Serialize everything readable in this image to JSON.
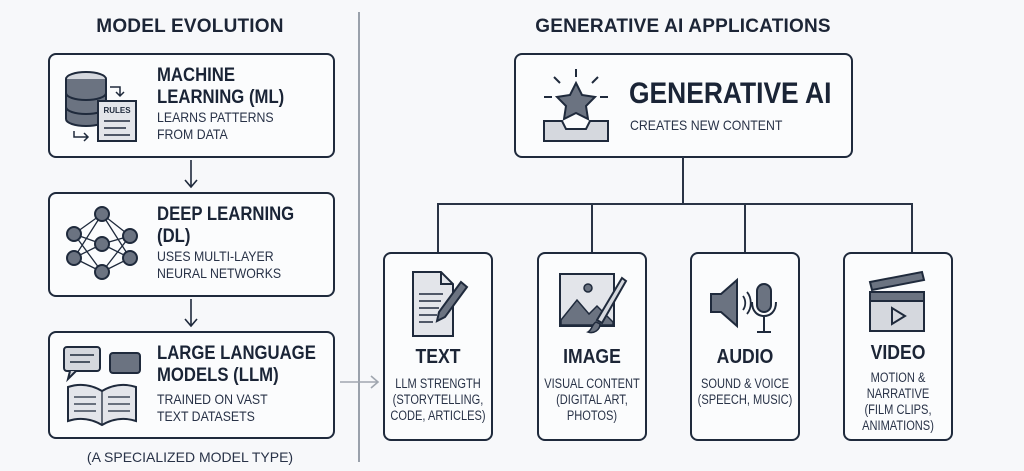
{
  "left": {
    "title": "MODEL EVOLUTION",
    "footnote": "(A SPECIALIZED MODEL TYPE)",
    "boxes": [
      {
        "title1": "MACHINE",
        "title2": "LEARNING (ML)",
        "desc1": "LEARNS PATTERNS",
        "desc2": "FROM DATA",
        "icon_label": "RULES"
      },
      {
        "title1": "DEEP LEARNING",
        "title2": "(DL)",
        "desc1": "USES MULTI-LAYER",
        "desc2": "NEURAL NETWORKS"
      },
      {
        "title1": "LARGE LANGUAGE",
        "title2": "MODELS (LLM)",
        "desc1": "TRAINED ON VAST",
        "desc2": "TEXT DATASETS"
      }
    ]
  },
  "right": {
    "title": "GENERATIVE AI APPLICATIONS",
    "main": {
      "title": "GENERATIVE AI",
      "subtitle": "CREATES NEW CONTENT"
    },
    "cards": [
      {
        "title": "TEXT",
        "l1": "LLM STRENGTH",
        "l2": "(STORYTELLING,",
        "l3": "CODE, ARTICLES)",
        "l4": ""
      },
      {
        "title": "IMAGE",
        "l1": "VISUAL CONTENT",
        "l2": "(DIGITAL ART,",
        "l3": "PHOTOS)",
        "l4": ""
      },
      {
        "title": "AUDIO",
        "l1": "SOUND & VOICE",
        "l2": "(SPEECH, MUSIC)",
        "l3": "",
        "l4": ""
      },
      {
        "title": "VIDEO",
        "l1": "MOTION &",
        "l2": "NARRATIVE",
        "l3": "(FILM CLIPS,",
        "l4": "ANIMATIONS)"
      }
    ]
  }
}
